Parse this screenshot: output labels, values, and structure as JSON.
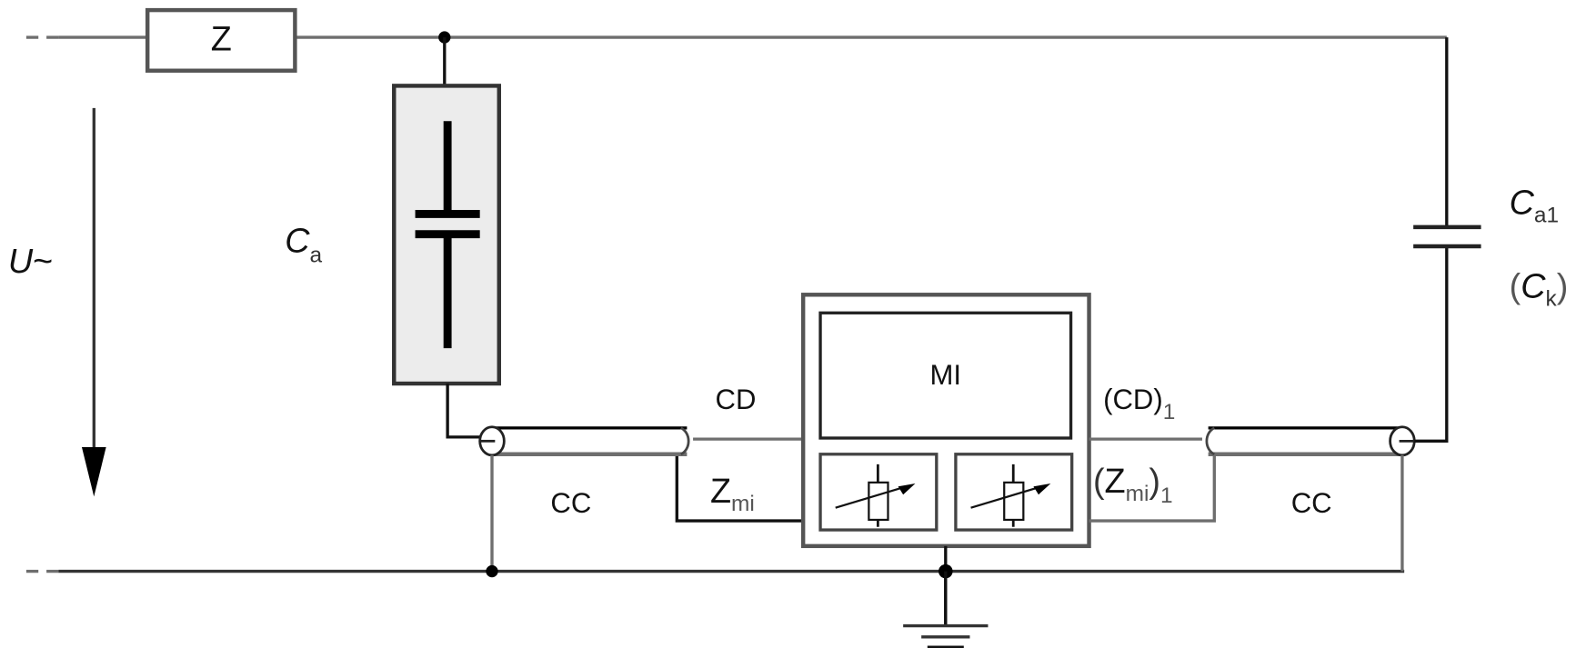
{
  "diagram": {
    "type": "partial-discharge measurement circuit",
    "components": {
      "impedance": {
        "label": "Z"
      },
      "voltage_source": {
        "label_main": "U",
        "label_suffix": "~"
      },
      "test_object_capacitor": {
        "label_main": "C",
        "label_sub": "a"
      },
      "coupling_capacitor": {
        "label_main": "C",
        "label_sub": "a1",
        "alt_open": "(",
        "alt_main": "C",
        "alt_sub": "k",
        "alt_close": ")"
      },
      "measuring_instrument": {
        "label": "MI"
      },
      "coupling_device_left": {
        "label": "CD",
        "impedance_main": "Z",
        "impedance_sub": "mi"
      },
      "coupling_device_right": {
        "label": "(CD)",
        "label_sub": "1",
        "impedance_open": "(",
        "impedance_main": "Z",
        "impedance_sub": "mi",
        "impedance_close": ")",
        "impedance_outer_sub": "1"
      },
      "cable_left": {
        "label": "CC"
      },
      "cable_right": {
        "label": "CC"
      },
      "ground": {
        "icon": "ground-icon"
      }
    },
    "colors": {
      "wire": "#6e6e6e",
      "wire_dark": "#111111",
      "test_object_fill": "#ececec",
      "background": "#ffffff"
    }
  }
}
